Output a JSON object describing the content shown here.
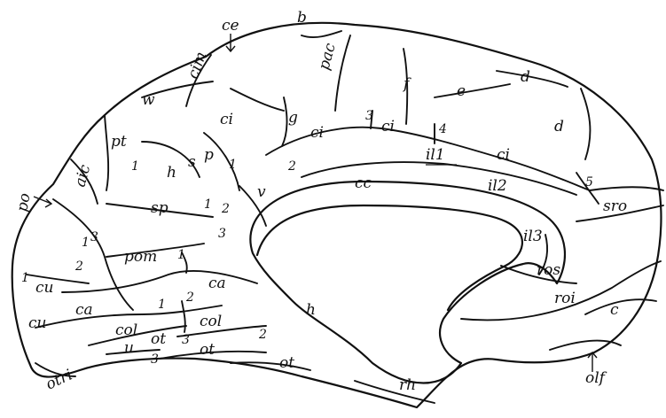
{
  "labels": {
    "ce": "ce",
    "b": "b",
    "pac": "pac",
    "cim": "cim",
    "w": "w",
    "pt": "pt",
    "aic": "aic",
    "po": "po",
    "h_top": "h",
    "s": "s",
    "p": "p",
    "one_a": "1",
    "one_b": "1",
    "sp": "sp",
    "one_c": "1",
    "two_a": "2",
    "three_a": "3",
    "v": "v",
    "two_b": "2",
    "g": "g",
    "ci_a": "ci",
    "ci_b": "ci",
    "three_b": "3",
    "ci_c": "ci",
    "four": "4",
    "ci_d": "ci",
    "il1": "il1",
    "f": "f",
    "e": "e",
    "d_a": "d",
    "d_b": "d",
    "cc": "cc",
    "il2": "il2",
    "five": "5",
    "sro": "sro",
    "il3": "il3",
    "ros": "ros",
    "roi": "roi",
    "c": "c",
    "olf": "olf",
    "one_d": "1",
    "three_c": "3",
    "two_c": "2",
    "pom": "pom",
    "one_e": "1",
    "cu_a": "cu",
    "one_f": "1",
    "cu_b": "cu",
    "ca_a": "ca",
    "ca_b": "ca",
    "one_g": "1",
    "two_d": "2",
    "col_a": "col",
    "col_b": "col",
    "ot_a": "ot",
    "three_d": "3",
    "two_e": "2",
    "ot_b": "ot",
    "ot_c": "ot",
    "u": "u",
    "three_e": "3",
    "otri": "otri",
    "h_mid": "h",
    "rh": "rh"
  }
}
